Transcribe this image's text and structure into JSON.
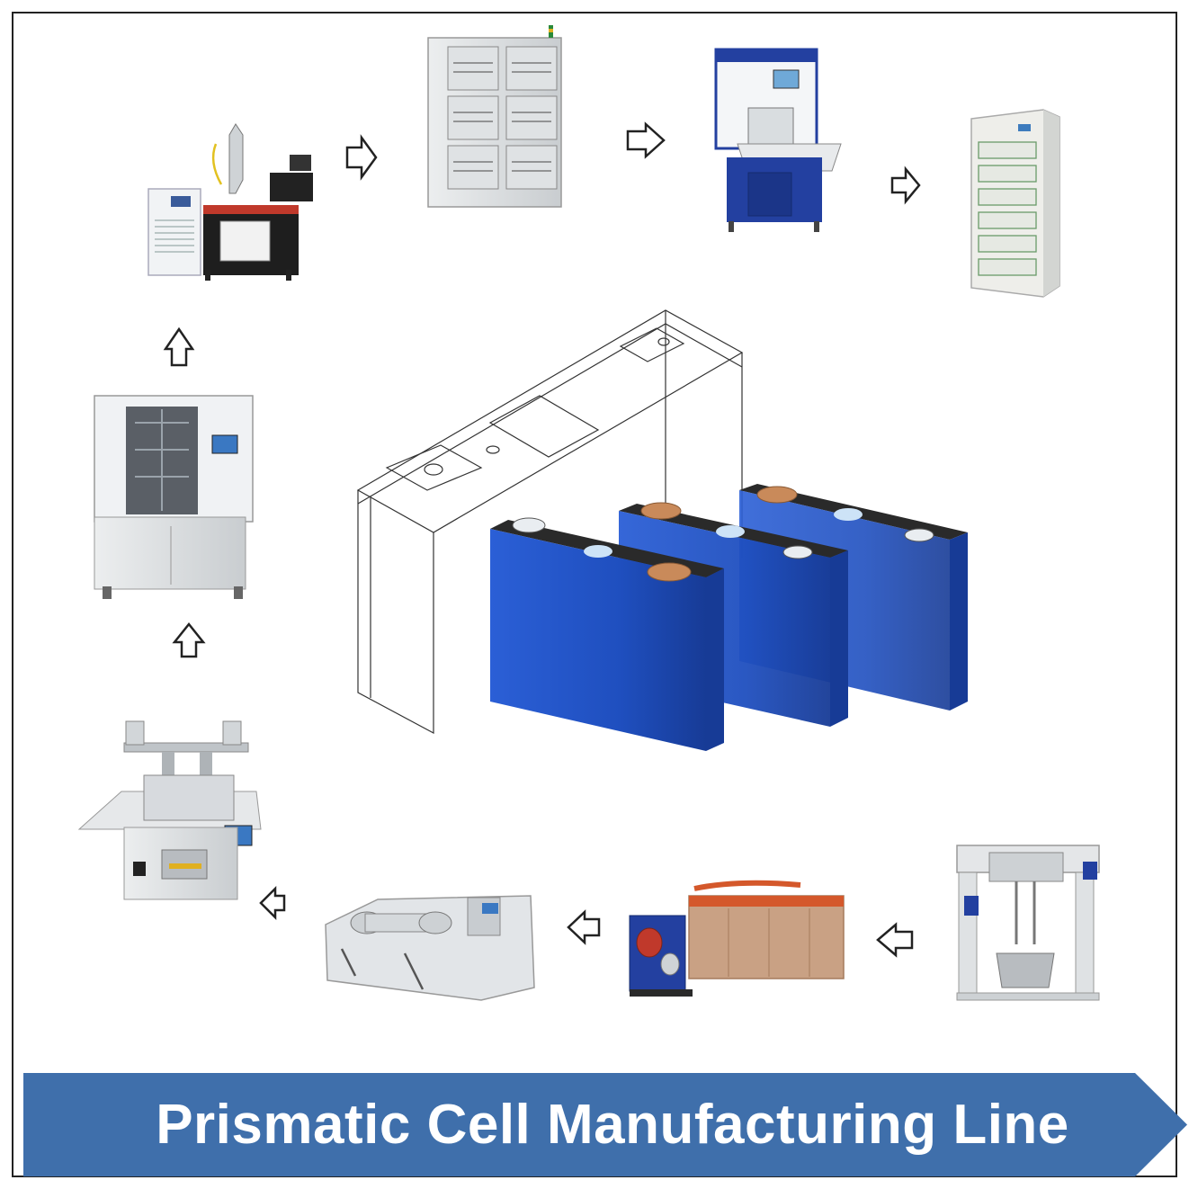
{
  "banner": {
    "title": "Prismatic Cell Manufacturing Line",
    "color": "#3f6fab"
  },
  "colors": {
    "cell_blue": "#1f4fbf",
    "machine_blue": "#2340a0",
    "machine_grey": "#d8dcde",
    "copper": "#c98a5a",
    "arrow_stroke": "#222222"
  },
  "process_flow": [
    {
      "id": "mixer",
      "icon": "planetary-mixer-icon"
    },
    {
      "id": "coater",
      "icon": "coating-machine-icon"
    },
    {
      "id": "slitter",
      "icon": "slitting-machine-icon"
    },
    {
      "id": "die-cutter",
      "icon": "die-cutting-machine-icon"
    },
    {
      "id": "stacker",
      "icon": "stacking-machine-icon"
    },
    {
      "id": "laser-welder",
      "icon": "laser-welding-machine-icon"
    },
    {
      "id": "formation-rack",
      "icon": "formation-cabinet-icon"
    },
    {
      "id": "tester",
      "icon": "cell-testing-machine-icon"
    },
    {
      "id": "grading-cabinet",
      "icon": "grading-cabinet-icon"
    }
  ],
  "center": {
    "icon": "prismatic-cell-icon"
  }
}
